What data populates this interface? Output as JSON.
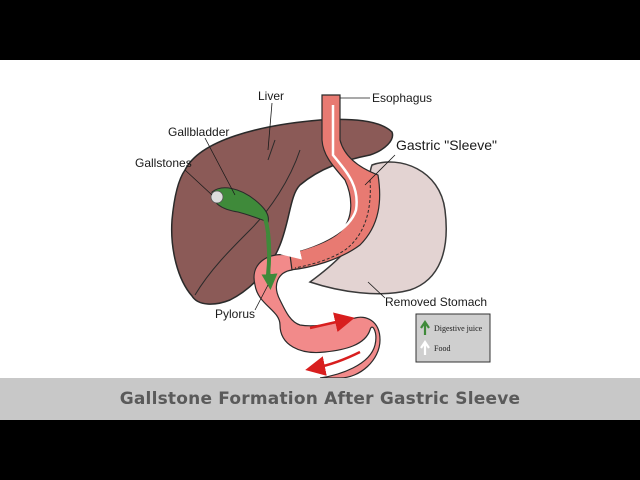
{
  "labels": {
    "liver": "Liver",
    "esophagus": "Esophagus",
    "gallbladder": "Gallbladder",
    "gastric_sleeve": "Gastric \"Sleeve\"",
    "gallstones": "Gallstones",
    "removed_stomach": "Removed Stomach",
    "pylorus": "Pylorus"
  },
  "legend": {
    "digestive_juice": "Digestive juice",
    "food": "Food"
  },
  "caption": "Gallstone Formation After Gastric Sleeve",
  "colors": {
    "liver": "#8b5a57",
    "gallbladder": "#3f8a3a",
    "sleeve": "#e87a72",
    "removed_stomach": "#e3d3d2",
    "intestine": "#f28a8a",
    "arrow_red": "#d81e1e",
    "caption_bg": "#c8c8c8"
  }
}
